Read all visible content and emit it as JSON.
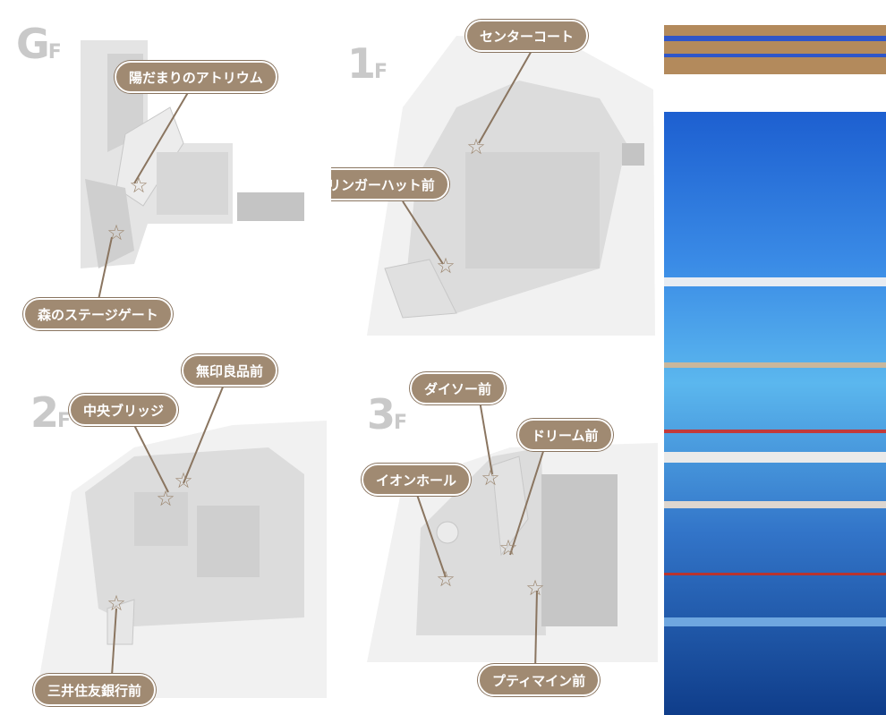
{
  "floors": {
    "gf": {
      "label": "G",
      "suffix": "F",
      "spots": [
        "陽だまりのアトリウム",
        "森のステージゲート"
      ]
    },
    "1f": {
      "label": "1",
      "suffix": "F",
      "spots": [
        "センターコート",
        "リンガーハット前"
      ]
    },
    "2f": {
      "label": "2",
      "suffix": "F",
      "spots": [
        "無印良品前",
        "中央ブリッジ",
        "三井住友銀行前"
      ]
    },
    "3f": {
      "label": "3",
      "suffix": "F",
      "spots": [
        "ダイソー前",
        "ドリーム前",
        "イオンホール",
        "プティマイン前"
      ]
    }
  },
  "colors": {
    "pill": "#a08a72",
    "map_base": "#f2f2f2",
    "building": "#d6d6d6",
    "star": "#9d8871"
  }
}
